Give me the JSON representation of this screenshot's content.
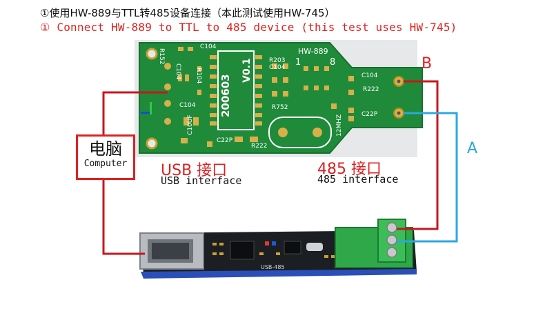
{
  "header": {
    "title_cn": "①使用HW-889与TTL转485设备连接（本此测试使用HW-745）",
    "title_en": "① Connect HW-889 to TTL to 485 device (this test uses HW-745)"
  },
  "labels": {
    "line_b": "B",
    "line_a": "A",
    "computer_cn": "电脑",
    "computer_en": "Computer",
    "usb_cn": "USB 接口",
    "usb_en": "USB interface",
    "rs485_cn": "485 接口",
    "rs485_en": "485 interface"
  },
  "pcb_silkscreen": {
    "board": "HW-889",
    "date": "200603",
    "version": "V0.1",
    "r152": "R152",
    "r104": "R104",
    "c104_a": "C104",
    "c104_b": "C104",
    "c104_c": "C104",
    "c104_d": "C104",
    "c104_e": "C104",
    "c10uf": "C10UF",
    "r203": "R203",
    "r752": "R752",
    "r222_a": "R222",
    "r222_b": "R222",
    "c22p_a": "C22P",
    "c22p_b": "C22P",
    "xtal": "12MHZ",
    "pin1": "1",
    "pin8": "8"
  },
  "module_silkscreen": {
    "label": "USB-485"
  },
  "colors": {
    "wire_red": "#c8161d",
    "wire_blue": "#2aa8e0",
    "pcb_green": "#1f8a3a",
    "label_red": "#e02020"
  }
}
